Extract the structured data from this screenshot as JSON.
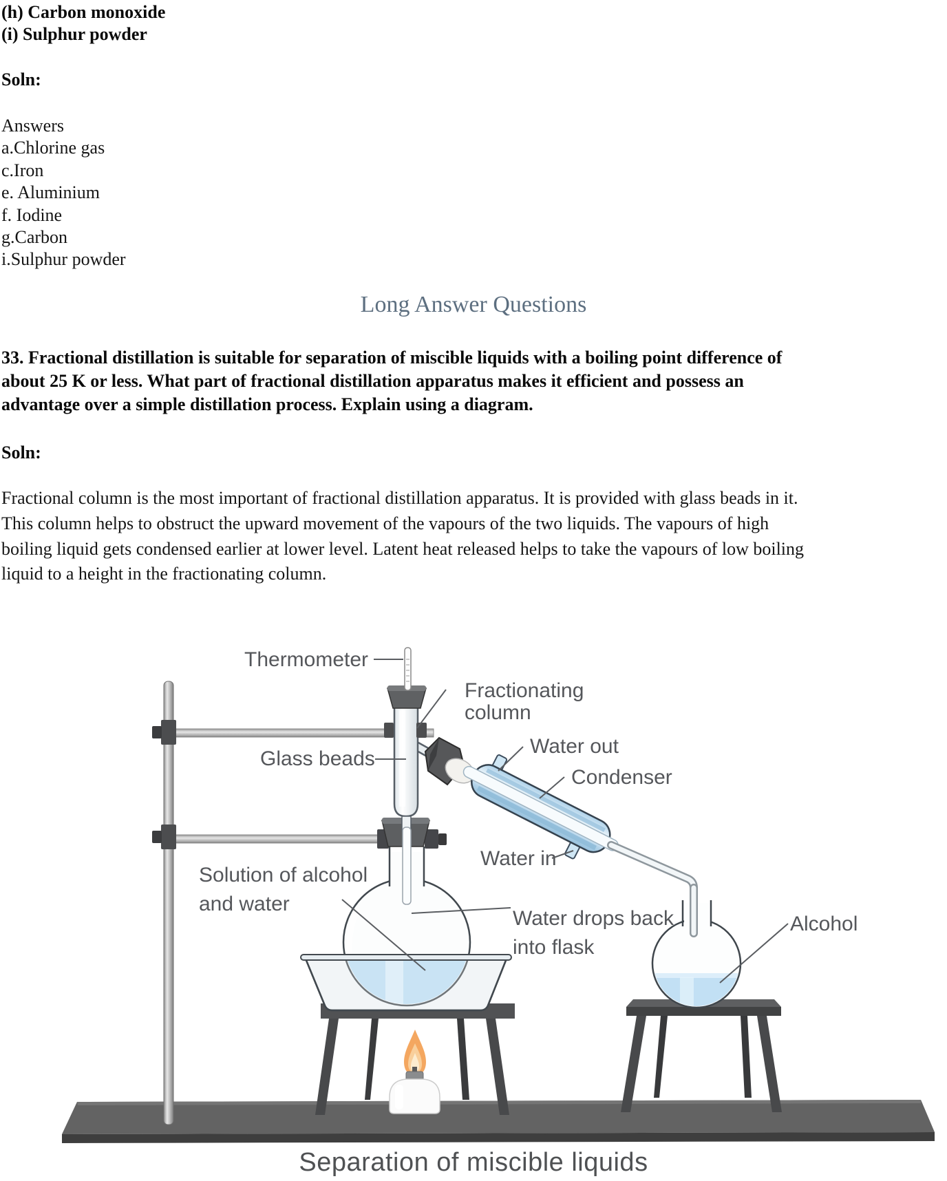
{
  "doc": {
    "item_h": "(h) Carbon monoxide",
    "item_i": "(i) Sulphur powder",
    "soln_label_1": "Soln:",
    "answers_lines": [
      "Answers",
      "a.Chlorine gas",
      "c.Iron",
      "e. Aluminium",
      "f. Iodine",
      "g.Carbon",
      "i.Sulphur powder"
    ],
    "section_heading": "Long Answer Questions",
    "question_lines": [
      "33. Fractional distillation is suitable for separation of miscible liquids with a boiling point difference of",
      "about 25 K or less. What part of fractional distillation apparatus makes it efficient and possess an",
      "advantage over a simple distillation process. Explain using a diagram."
    ],
    "soln_label_2": "Soln:",
    "solution_lines": [
      "Fractional column is the most important of fractional distillation apparatus. It is provided with glass beads in it.",
      "This column helps to obstruct the upward movement of the vapours of the two liquids. The vapours of high",
      "boiling liquid gets condensed earlier at lower level.  Latent heat released helps to take the vapours of low boiling",
      "liquid to a height in the fractionating column."
    ]
  },
  "diagram": {
    "labels": {
      "thermometer": "Thermometer",
      "fractionating_line1": "Fractionating",
      "fractionating_line2": "column",
      "glass_beads": "Glass beads",
      "water_out": "Water out",
      "condenser": "Condenser",
      "water_in": "Water in",
      "solution_line1": "Solution of alcohol",
      "solution_line2": "and  water",
      "water_drops_line1": "Water drops back",
      "water_drops_line2": "into flask",
      "alcohol": "Alcohol"
    },
    "caption": "Separation of miscible liquids",
    "colors": {
      "heading_text": "#5d6f80",
      "label_text": "#55575b",
      "caption_text": "#4f5153",
      "liquid_blue": "#b7daf1",
      "condenser_blue": "#b9d7ec",
      "metal_dark": "#4a4b4d",
      "flame_orange": "#f3a257"
    }
  }
}
